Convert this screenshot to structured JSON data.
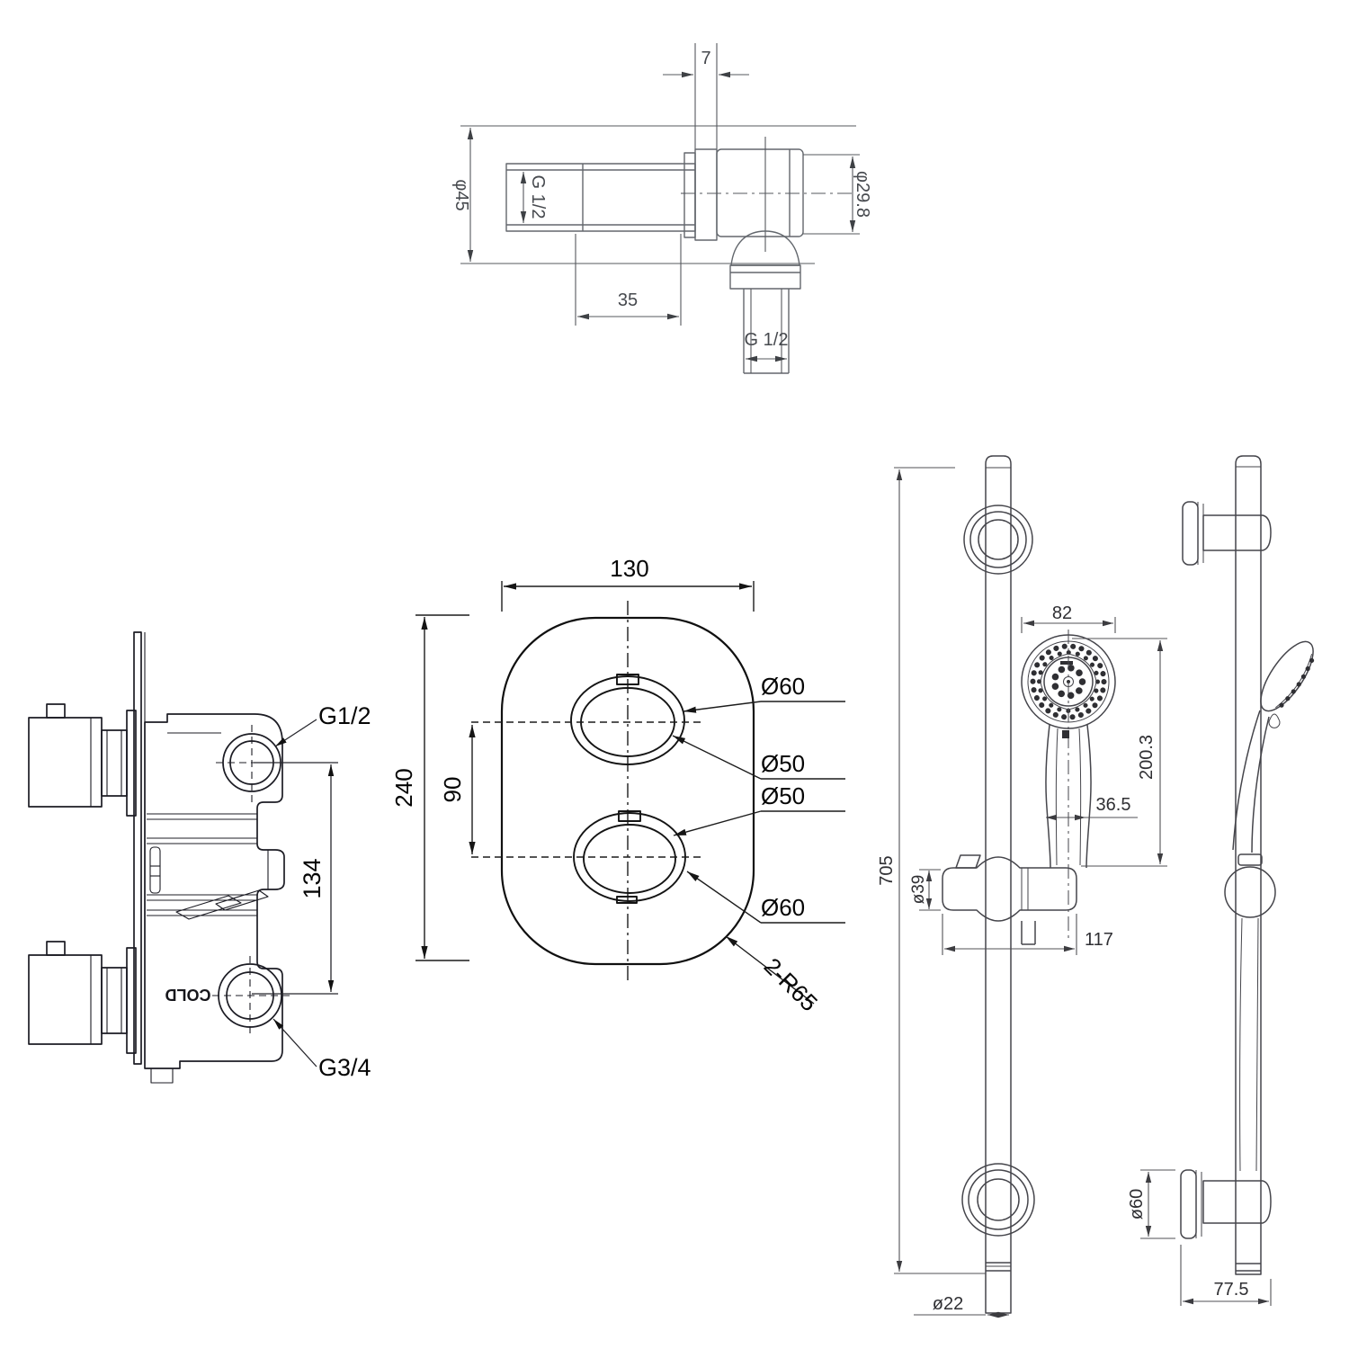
{
  "style": {
    "background": "#ffffff",
    "elbow_line_color": "#63676d",
    "valve_line_color": "#1c1c24",
    "plate_line_color": "#101010",
    "rail_line_color": "#45454b",
    "text_color": "#2f2f33"
  },
  "drawings": {
    "outlet_elbow": {
      "labels": {
        "plate_thickness": "7",
        "flange_diameter": "φ45",
        "inlet_thread": "G 1/2",
        "nipple_length": "35",
        "body_diameter": "φ29.8",
        "outlet_thread": "G 1/2"
      }
    },
    "valve_body": {
      "labels": {
        "top_port_thread": "G1/2",
        "port_spacing": "134",
        "bottom_port_thread": "G3/4",
        "cold_marking": "COLD"
      }
    },
    "trim_plate": {
      "labels": {
        "plate_width": "130",
        "plate_height": "240",
        "knob_spacing": "90",
        "top_knob_outer": "Ø60",
        "top_knob_inner": "Ø50",
        "bottom_knob_inner": "Ø50",
        "bottom_knob_outer": "Ø60",
        "corner_radius": "2-R65"
      }
    },
    "slide_rail_front": {
      "labels": {
        "head_diameter": "82",
        "handset_length": "200.3",
        "handle_diameter": "36.5",
        "holder_height": "ø39",
        "holder_width": "117",
        "rail_length": "705",
        "rail_diameter": "ø22"
      }
    },
    "slide_rail_side": {
      "labels": {
        "bracket_diameter": "ø60",
        "bracket_depth": "77.5"
      }
    }
  }
}
